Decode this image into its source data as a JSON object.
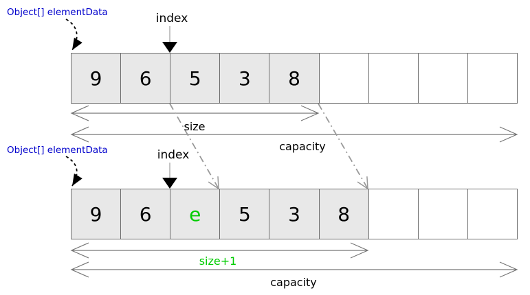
{
  "colors": {
    "pointer_label_blue": "#0000cc",
    "highlight_green": "#00cc00",
    "cell_fill_gray": "#e8e8e8",
    "cell_border_gray": "#6e6e6e",
    "shift_arrow_gray": "#999999"
  },
  "top_diagram": {
    "pointer_label": "Object[] elementData",
    "index_label": "index",
    "cells": [
      {
        "value": "9",
        "filled": true
      },
      {
        "value": "6",
        "filled": true
      },
      {
        "value": "5",
        "filled": true
      },
      {
        "value": "3",
        "filled": true
      },
      {
        "value": "8",
        "filled": true
      },
      {
        "value": "",
        "filled": false
      },
      {
        "value": "",
        "filled": false
      },
      {
        "value": "",
        "filled": false
      },
      {
        "value": "",
        "filled": false
      }
    ],
    "size_label": "size",
    "capacity_label": "capacity"
  },
  "bottom_diagram": {
    "pointer_label": "Object[] elementData",
    "index_label": "index",
    "cells": [
      {
        "value": "9",
        "filled": true
      },
      {
        "value": "6",
        "filled": true
      },
      {
        "value": "e",
        "filled": true,
        "highlight": true
      },
      {
        "value": "5",
        "filled": true
      },
      {
        "value": "3",
        "filled": true
      },
      {
        "value": "8",
        "filled": true
      },
      {
        "value": "",
        "filled": false
      },
      {
        "value": "",
        "filled": false
      },
      {
        "value": "",
        "filled": false
      }
    ],
    "size_label": "size+1",
    "capacity_label": "capacity"
  }
}
